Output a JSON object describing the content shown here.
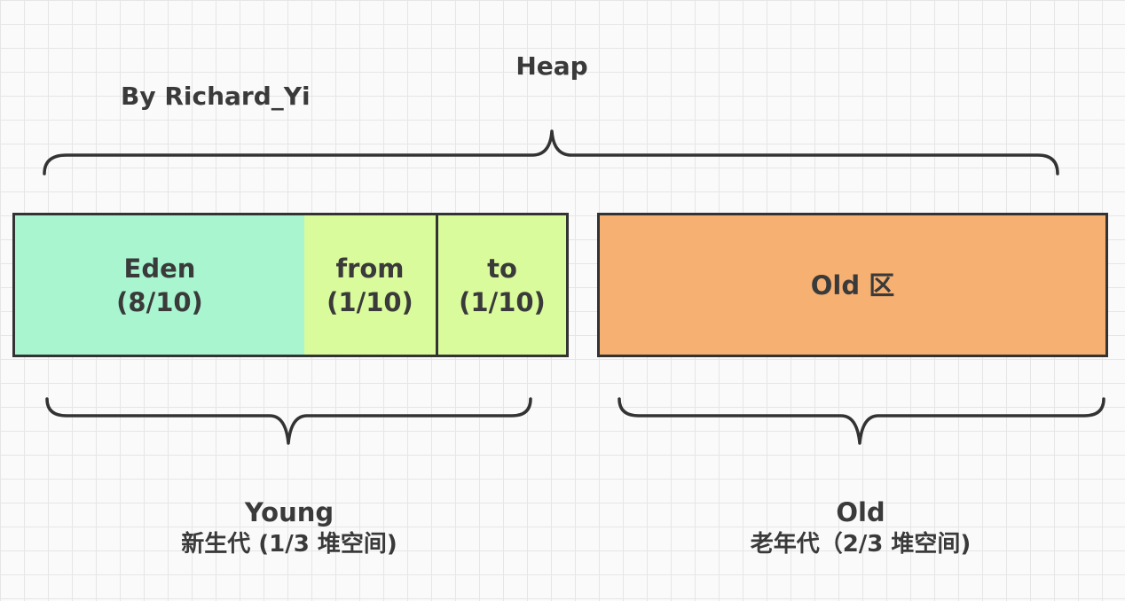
{
  "heap": {
    "title": "Heap",
    "author": "By Richard_Yi"
  },
  "regions": {
    "eden": {
      "name": "Eden",
      "ratio": "(8/10)",
      "color": "#a8f5d0"
    },
    "from": {
      "name": "from",
      "ratio": "(1/10)",
      "color": "#d9fb9c"
    },
    "to": {
      "name": "to",
      "ratio": "(1/10)",
      "color": "#d9fb9c"
    },
    "old": {
      "name": "Old 区",
      "color": "#f5b072"
    }
  },
  "generations": {
    "young": {
      "name": "Young",
      "desc": "新生代 (1/3 堆空间)"
    },
    "old": {
      "name": "Old",
      "desc": "老年代（2/3 堆空间)"
    }
  },
  "colors": {
    "stroke": "#333333",
    "text": "#3a3a3a"
  }
}
